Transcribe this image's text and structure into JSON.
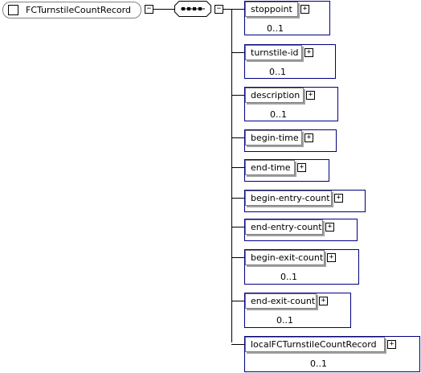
{
  "root": {
    "label": "FCTurnstileCountRecord"
  },
  "root_toggle": "−",
  "elements": [
    {
      "label": "stoppoint",
      "occurrence": "0..1",
      "toggle": "+"
    },
    {
      "label": "turnstile-id",
      "occurrence": "0..1",
      "toggle": "+"
    },
    {
      "label": "description",
      "occurrence": "0..1",
      "toggle": "+"
    },
    {
      "label": "begin-time",
      "occurrence": "",
      "toggle": "+"
    },
    {
      "label": "end-time",
      "occurrence": "",
      "toggle": "+"
    },
    {
      "label": "begin-entry-count",
      "occurrence": "",
      "toggle": "+"
    },
    {
      "label": "end-entry-count",
      "occurrence": "",
      "toggle": "+"
    },
    {
      "label": "begin-exit-count",
      "occurrence": "0..1",
      "toggle": "+"
    },
    {
      "label": "end-exit-count",
      "occurrence": "0..1",
      "toggle": "+"
    },
    {
      "label": "localFCTurnstileCountRecord",
      "occurrence": "0..1",
      "toggle": "+"
    }
  ],
  "colors": {
    "connector": "#000000",
    "element_border": "#000080",
    "inner_border": "#808080"
  }
}
